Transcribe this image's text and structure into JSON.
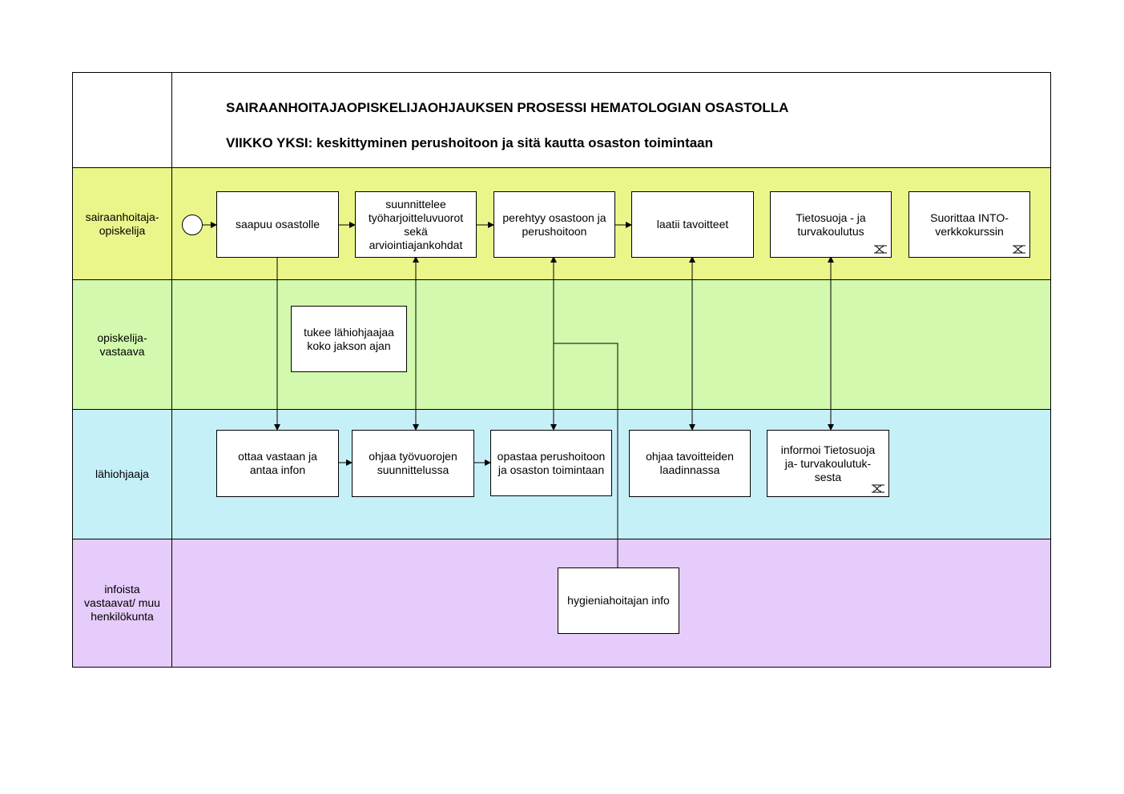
{
  "header": {
    "title": "SAIRAANHOITAJAOPISKELIJAOHJAUKSEN PROSESSI HEMATOLOGIAN OSASTOLLA",
    "subtitle": "VIIKKO YKSI: keskittyminen perushoitoon ja sitä kautta osaston toimintaan"
  },
  "lanes": [
    {
      "label": "sairaanhoitaja-\nopiskelija",
      "color": "#eaf68a"
    },
    {
      "label": "opiskelija-\nvastaava",
      "color": "#d2f9ad"
    },
    {
      "label": "lähiohjaaja",
      "color": "#c6f0f8"
    },
    {
      "label": "infoista\nvastaavat/ muu\nhenkilökunta",
      "color": "#e6ccfa"
    }
  ],
  "steps": {
    "saapuu": "saapuu osastolle",
    "suunnittelee": "suunnittelee\ntyöharjoitteluvuorot\nsekä\narviointiajankohdat",
    "perehtyy": "perehtyy osastoon ja\nperushoitoon",
    "laatii": "laatii tavoitteet",
    "tietosuoja": "Tietosuoja - ja\nturvakoulutus",
    "into": "Suorittaa INTO-\nverkkokurssin",
    "tukee": "tukee lähiohjaajaa\nkoko jakson ajan",
    "ottaa": "ottaa vastaan ja\nantaa infon",
    "ohjaa_tyovuorojen": "ohjaa työvuorojen\nsuunnittelussa",
    "opastaa": "opastaa perushoitoon\nja osaston toimintaan",
    "ohjaa_tavoitteiden": "ohjaa tavoitteiden\nlaadinnassa",
    "informoi": "informoi Tietosuoja\nja- turvakoulutuk-\nsesta",
    "hygienia": "hygieniahoitajan info"
  },
  "icons": {
    "subprocess": "subprocess-icon",
    "start": "start-event-icon"
  },
  "colors": {
    "border": "#000000",
    "box_fill": "#ffffff"
  }
}
